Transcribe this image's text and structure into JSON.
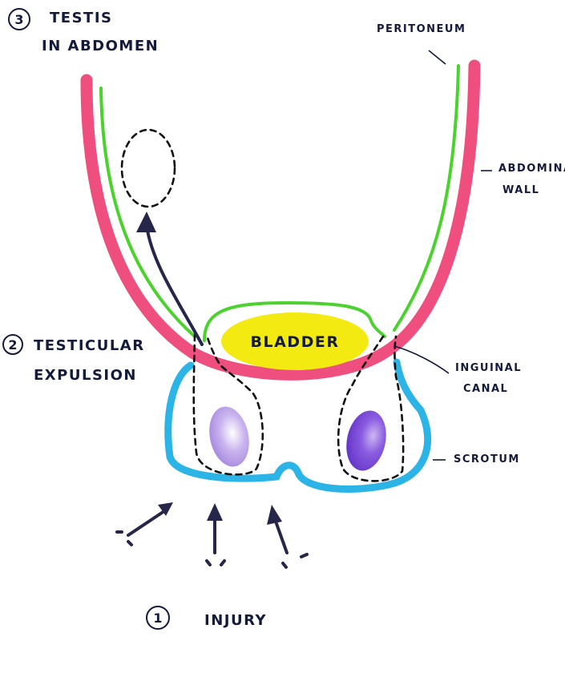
{
  "labels": {
    "step3_number": "3",
    "step3_line1": "TESTIS",
    "step3_line2": "IN ABDOMEN",
    "peritoneum": "PERITONEUM",
    "abdominal_wall_line1": "ABDOMINAL",
    "abdominal_wall_line2": "WALL",
    "step2_number": "2",
    "step2_line1": "TESTICULAR",
    "step2_line2": "EXPULSION",
    "bladder": "BLADDER",
    "inguinal_canal_line1": "INGUINAL",
    "inguinal_canal_line2": "CANAL",
    "scrotum": "SCROTUM",
    "step1_number": "1",
    "step1_text": "INJURY"
  },
  "colors": {
    "abdominal_wall": "#ee4f7e",
    "peritoneum": "#4bd22e",
    "scrotum": "#2cb4e6",
    "bladder_fill": "#f3ea12",
    "testis_left": "#b89be6",
    "testis_right": "#7a48d6",
    "ink": "#141b3a"
  }
}
